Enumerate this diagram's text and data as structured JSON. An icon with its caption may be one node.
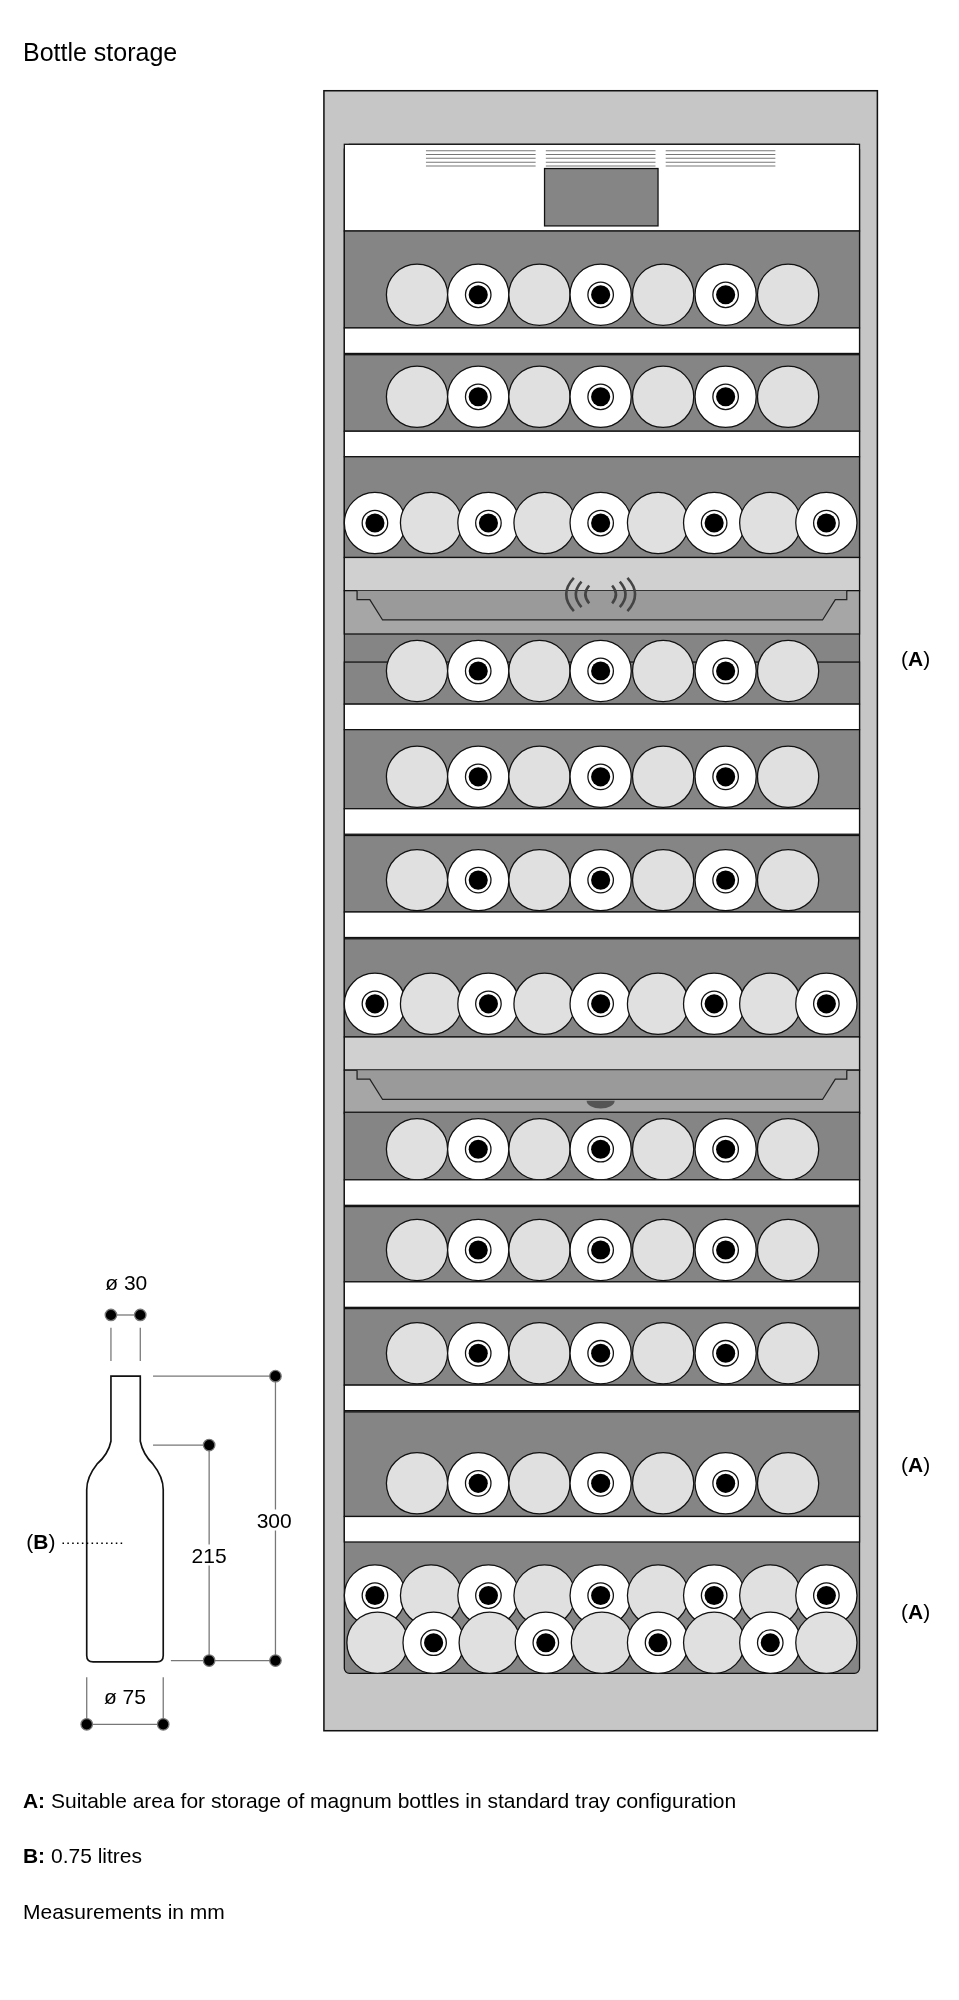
{
  "diagram": {
    "title": "Bottle storage",
    "nodes": [
      {
        "text": [
          "(**B**)"
        ]
      },
      {
        "text": [],
        "shape": "picture"
      }
    ],
    "edges": [
      {
        "from": 0,
        "to": 1,
        "arrow": "none",
        "style": "dashed"
      }
    ],
    "labels": [
      "(**A**)",
      "ø 30",
      "(**A**)",
      "300",
      "215",
      "(**A**)",
      "ø 75",
      "**A:** Suitable area for storage of magnum bottles in standard tray configuration",
      "**B:** 0.75 litres",
      "Measurements in mm"
    ]
  }
}
